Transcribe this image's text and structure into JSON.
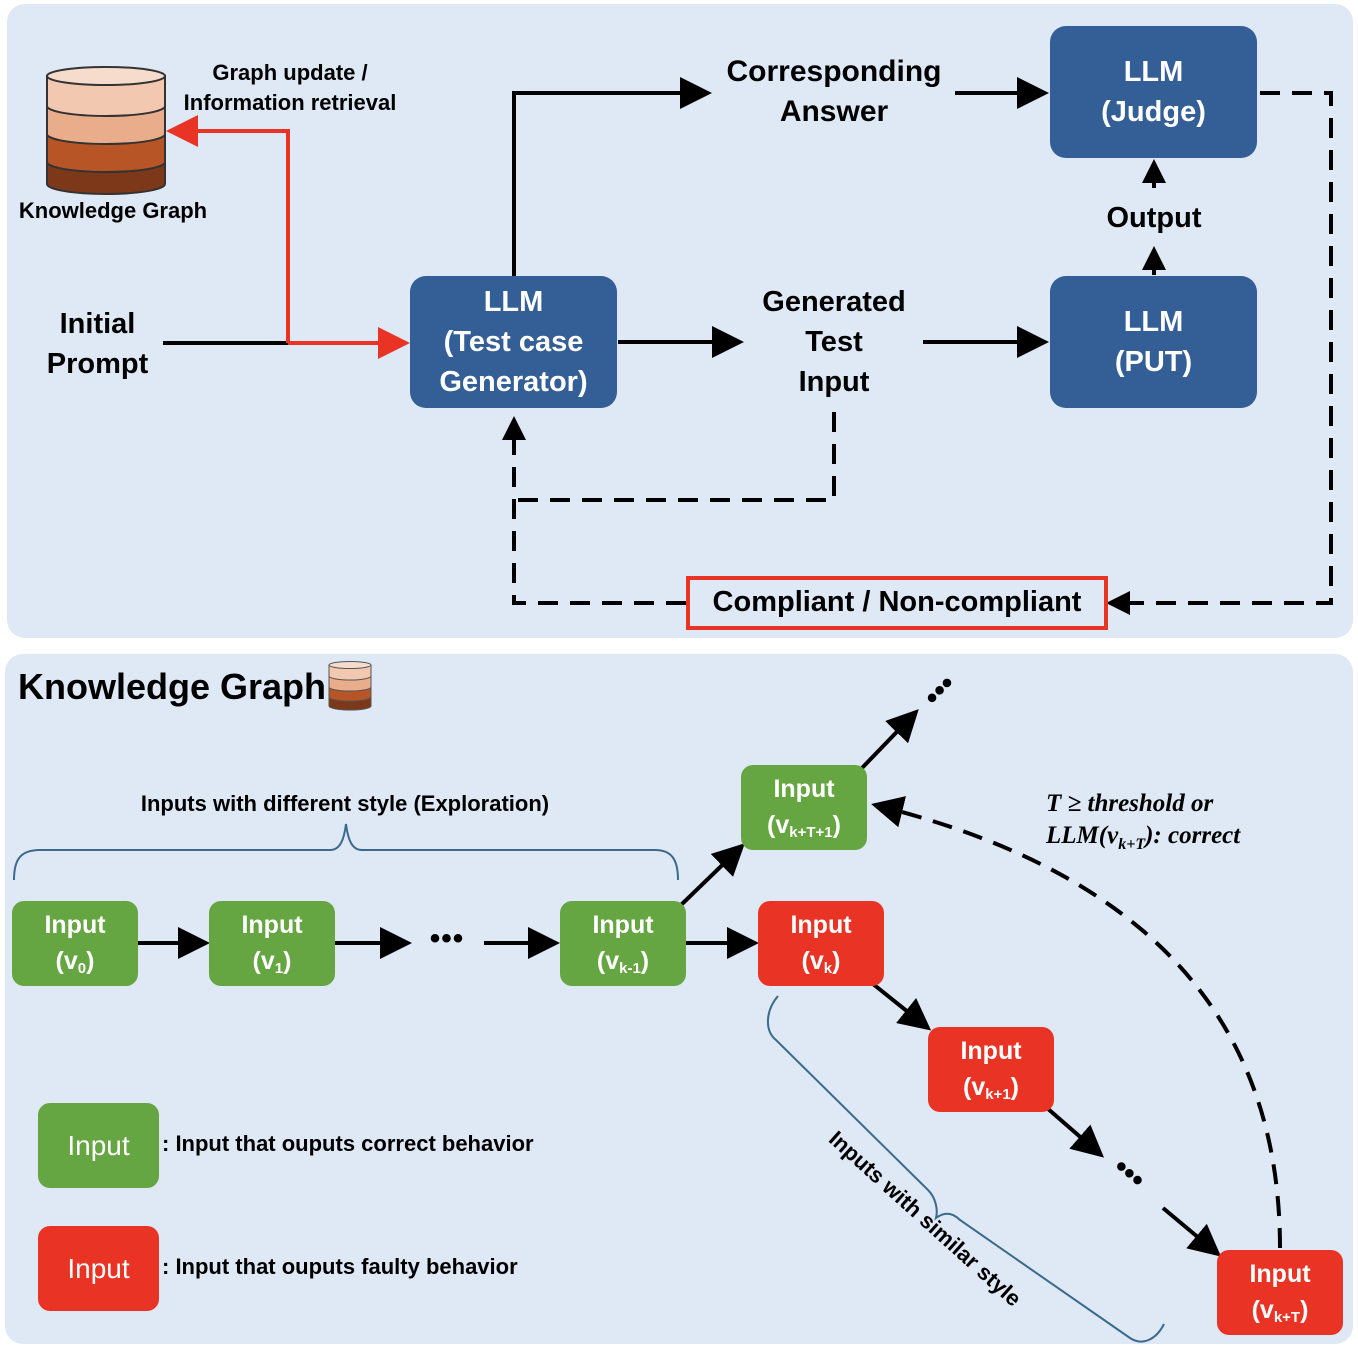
{
  "colors": {
    "panel_bg": "#dfe8f5",
    "llm_box": "#335e96",
    "correct_input": "#65a542",
    "faulty_input": "#e93425",
    "highlight_line": "#e93425",
    "brace": "#3b6a8c",
    "kg_layers": [
      "#f6d8c6",
      "#e9ad8b",
      "#b85527",
      "#7d381a"
    ]
  },
  "top_panel": {
    "knowledge_graph_icon": "database-cylinder-icon",
    "knowledge_graph_label": "Knowledge Graph",
    "graph_update_label_line1": "Graph update /",
    "graph_update_label_line2": "Information retrieval",
    "initial_prompt_line1": "Initial",
    "initial_prompt_line2": "Prompt",
    "generator_box": {
      "line1": "LLM",
      "line2": "(Test case",
      "line3": "Generator)"
    },
    "corresponding_answer_line1": "Corresponding",
    "corresponding_answer_line2": "Answer",
    "generated_input_line1": "Generated",
    "generated_input_line2": "Test",
    "generated_input_line3": "Input",
    "judge_box": {
      "line1": "LLM",
      "line2": "(Judge)"
    },
    "put_box": {
      "line1": "LLM",
      "line2": "(PUT)"
    },
    "output_label": "Output",
    "compliance_label": "Compliant / Non-compliant"
  },
  "bottom_panel": {
    "title": "Knowledge Graph",
    "exploration_label": "Inputs with different style (Exploration)",
    "similar_label": "Inputs with similar style",
    "condition_line1": "T ≥ threshold  or",
    "condition_line2_prefix": "LLM(",
    "condition_line2_var": "v",
    "condition_line2_sub": "k+T",
    "condition_line2_suffix": "): correct",
    "ellipsis": "•••",
    "nodes": [
      {
        "id": "v0",
        "label": "Input",
        "var": "v",
        "sub": "0",
        "status": "correct"
      },
      {
        "id": "v1",
        "label": "Input",
        "var": "v",
        "sub": "1",
        "status": "correct"
      },
      {
        "id": "vk-1",
        "label": "Input",
        "var": "v",
        "sub": "k-1",
        "status": "correct"
      },
      {
        "id": "vk+T+1",
        "label": "Input",
        "var": "v",
        "sub": "k+T+1",
        "status": "correct"
      },
      {
        "id": "vk",
        "label": "Input",
        "var": "v",
        "sub": "k",
        "status": "faulty"
      },
      {
        "id": "vk+1",
        "label": "Input",
        "var": "v",
        "sub": "k+1",
        "status": "faulty"
      },
      {
        "id": "vk+T",
        "label": "Input",
        "var": "v",
        "sub": "k+T",
        "status": "faulty"
      }
    ],
    "legend": [
      {
        "box_label": "Input",
        "description": ": Input that ouputs correct behavior",
        "status": "correct"
      },
      {
        "box_label": "Input",
        "description": ": Input that ouputs faulty behavior",
        "status": "faulty"
      }
    ]
  }
}
